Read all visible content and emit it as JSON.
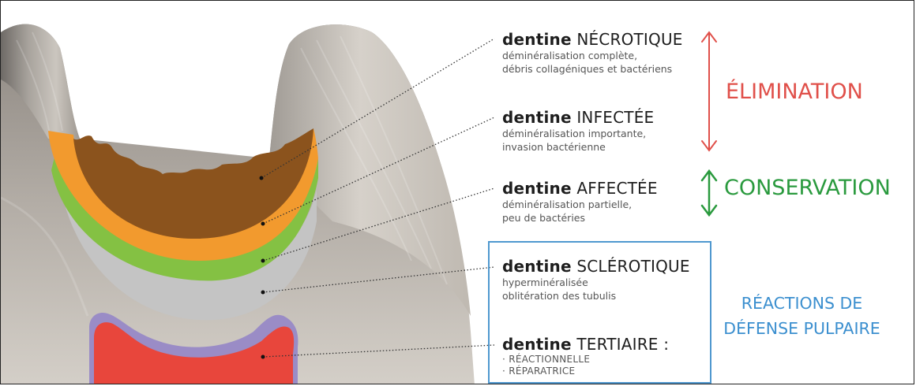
{
  "labels": [
    {
      "key": "necrotique",
      "title_prefix": "dentine",
      "title_main": "NÉCROTIQUE",
      "lines": [
        "déminéralisation complète,",
        "débris collagéniques et bactériens"
      ]
    },
    {
      "key": "infectee",
      "title_prefix": "dentine",
      "title_main": "INFECTÉE",
      "lines": [
        "déminéralisation importante,",
        "invasion bactérienne"
      ]
    },
    {
      "key": "affectee",
      "title_prefix": "dentine",
      "title_main": "AFFECTÉE",
      "lines": [
        "déminéralisation partielle,",
        "peu de bactéries"
      ]
    },
    {
      "key": "sclerotique",
      "title_prefix": "dentine",
      "title_main": "SCLÉROTIQUE",
      "lines": [
        "hyperminéralisée",
        "oblitération des tubulis"
      ]
    },
    {
      "key": "tertiaire",
      "title_prefix": "dentine",
      "title_main": "TERTIAIRE :",
      "lines": [
        "RÉACTIONNELLE",
        "RÉPARATRICE"
      ]
    }
  ],
  "categories": {
    "elimination": {
      "text": "ÉLIMINATION",
      "color": "#e0504a"
    },
    "conservation": {
      "text": "CONSERVATION",
      "color": "#2a9a3e"
    },
    "defense": {
      "lines": [
        "RÉACTIONS DE",
        "DÉFENSE PULPAIRE"
      ],
      "color": "#3b8fcf"
    }
  },
  "layer_colors": {
    "necrotique": "#8b531d",
    "infectee": "#f29a2e",
    "affectee": "#84c143",
    "sclerotique": "#c4c4c4",
    "tertiaire": "#9a8cc6",
    "pulpe": "#e8463c"
  }
}
